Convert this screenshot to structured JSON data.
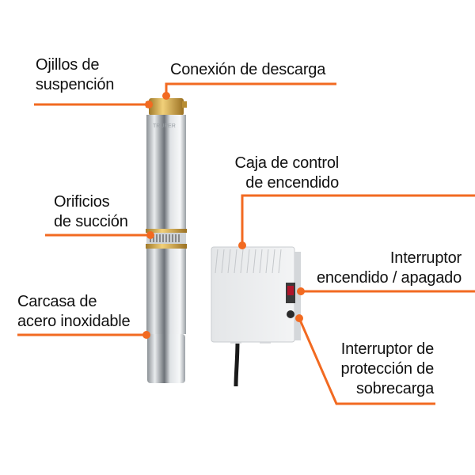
{
  "accent_color": "#f26a21",
  "brand_mark": "TRUPER",
  "callouts": {
    "ojillos": [
      "Ojillos de",
      "suspención"
    ],
    "conexion": [
      "Conexión de descarga"
    ],
    "orificios": [
      "Orificios",
      "de succión"
    ],
    "carcasa": [
      "Carcasa de",
      "acero inoxidable"
    ],
    "caja": [
      "Caja de control",
      "de encendido"
    ],
    "interruptor": [
      "Interruptor",
      "encendido / apagado"
    ],
    "proteccion": [
      "Interruptor de",
      "protección de",
      "sobrecarga"
    ]
  }
}
